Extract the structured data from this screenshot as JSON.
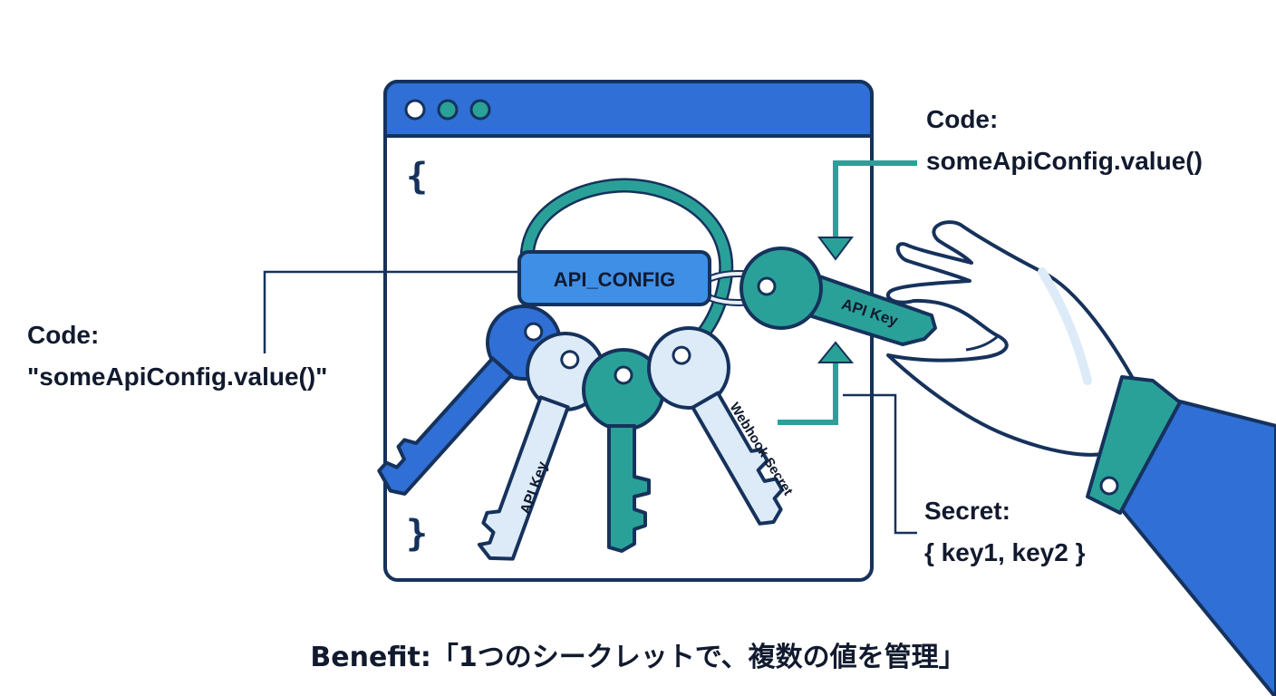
{
  "window": {
    "dots": [
      "close-dot",
      "minimize-dot",
      "maximize-dot"
    ],
    "brace_open": "{",
    "brace_close": "}"
  },
  "keyring": {
    "tag_label": "API_CONFIG",
    "held_key_label": "API Key",
    "keys": [
      {
        "label": "",
        "color": "#2f6fd6"
      },
      {
        "label": "API Key",
        "color": "#dcebf7"
      },
      {
        "label": "",
        "color": "#2aa198"
      },
      {
        "label": "Webhook Secret",
        "color": "#dcebf7"
      }
    ]
  },
  "annotations": {
    "left_code_title": "Code:",
    "left_code_value": "\"someApiConfig.value()\"",
    "right_code_title": "Code:",
    "right_code_value": "someApiConfig.value()",
    "secret_title": "Secret:",
    "secret_value": "{ key1, key2 }"
  },
  "benefit": "Benefit:「1つのシークレットで、複数の値を管理」",
  "colors": {
    "window_bar": "#2f6fd6",
    "outline": "#16325c",
    "teal": "#2aa198",
    "light_blue": "#dcebf7",
    "tag_blue": "#3f8fe6",
    "sleeve_blue": "#2f6fd6",
    "cuff_teal": "#2aa198"
  }
}
